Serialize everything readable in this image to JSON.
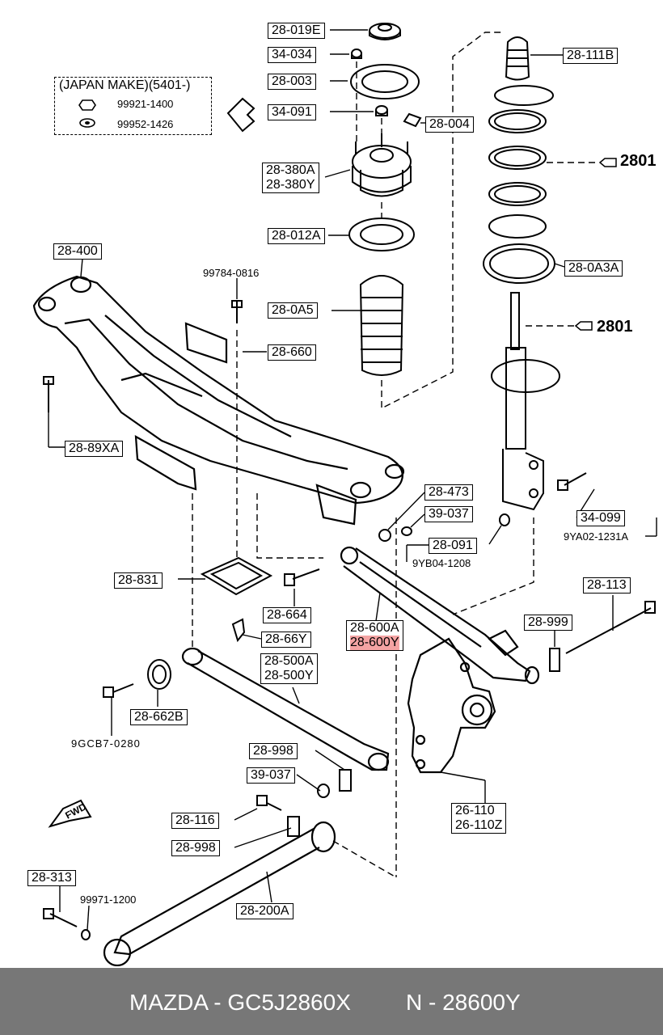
{
  "labels": {
    "l_28_019E": "28-019E",
    "l_34_034": "34-034",
    "l_28_003": "28-003",
    "l_34_091": "34-091",
    "l_28_004": "28-004",
    "l_28_380": [
      "28-380A",
      "28-380Y"
    ],
    "l_28_012A": "28-012A",
    "l_28_400": "28-400",
    "l_99784": "99784-0816",
    "l_28_0A5": "28-0A5",
    "l_28_660": "28-660",
    "l_28_89XA": "28-89XA",
    "l_28_111B": "28-111B",
    "l_2801_a": "2801",
    "l_28_0A3A": "28-0A3A",
    "l_2801_b": "2801",
    "l_28_473": "28-473",
    "l_39_037_a": "39-037",
    "l_28_091": "28-091",
    "l_9YB04": "9YB04-1208",
    "l_34_099": "34-099",
    "l_9YA02": "9YA02-1231A",
    "l_28_831": "28-831",
    "l_28_664": "28-664",
    "l_28_66Y": "28-66Y",
    "l_28_600": [
      "28-600A",
      "28-600Y"
    ],
    "l_28_113": "28-113",
    "l_28_999": "28-999",
    "l_28_500": [
      "28-500A",
      "28-500Y"
    ],
    "l_28_662B": "28-662B",
    "l_9GCB7": "9GCB7-0280",
    "l_28_998_a": "28-998",
    "l_39_037_b": "39-037",
    "l_26_110": [
      "26-110",
      "26-110Z"
    ],
    "l_28_116": "28-116",
    "l_28_998_b": "28-998",
    "l_28_313": "28-313",
    "l_99971": "99971-1200",
    "l_28_200A": "28-200A",
    "fwd": "FWD"
  },
  "japan_make": {
    "title": "(JAPAN MAKE)(5401-)",
    "part1": "99921-1400",
    "part2": "99952-1426"
  },
  "footer": {
    "left": "MAZDA - GC5J2860X",
    "right": "N - 28600Y"
  },
  "colors": {
    "highlight": "#f4a3a3",
    "footer_bg": "#777777",
    "footer_text": "#ffffff"
  }
}
